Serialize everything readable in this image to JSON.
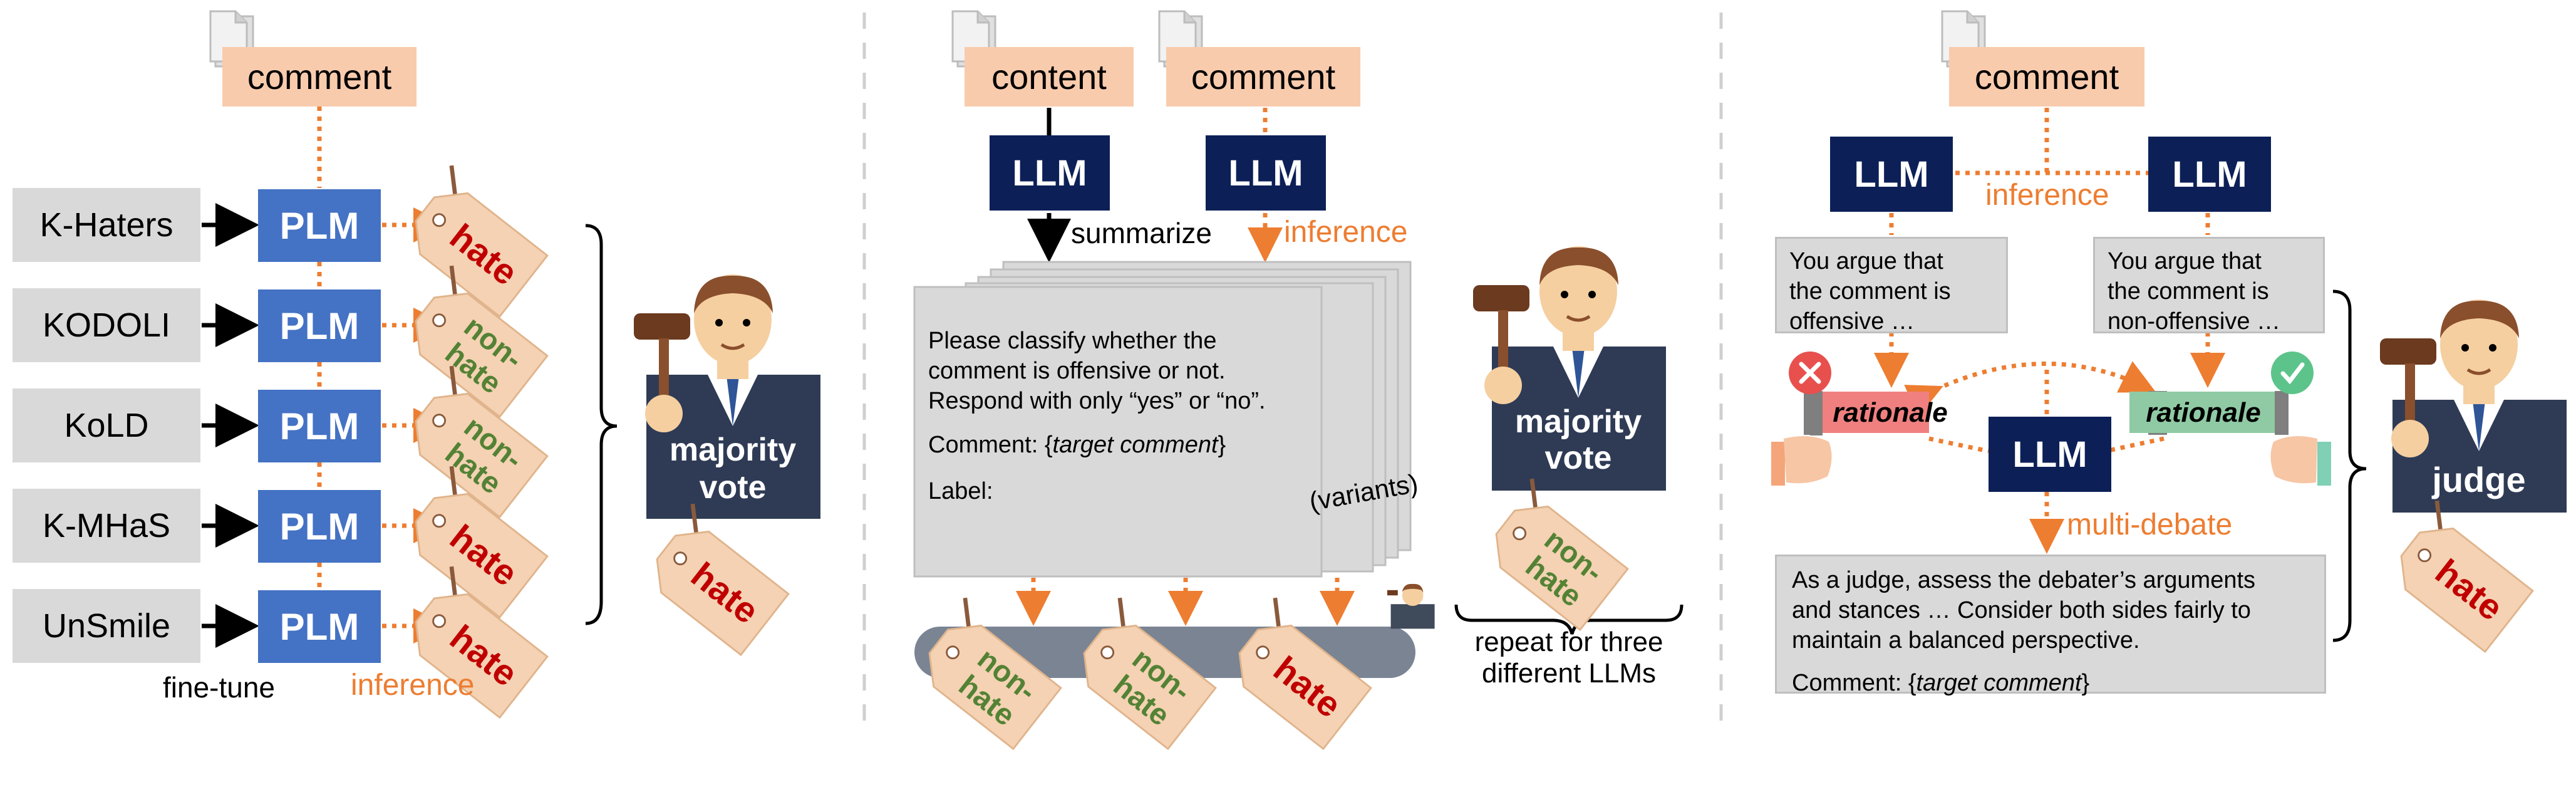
{
  "panel1": {
    "comment_label": "comment",
    "datasets": [
      "K-Haters",
      "KODOLI",
      "KoLD",
      "K-MHaS",
      "UnSmile"
    ],
    "plm_label": "PLM",
    "outputs": [
      "hate",
      "non-\nhate",
      "non-\nhate",
      "hate",
      "hate"
    ],
    "finetune_label": "fine-tune",
    "inference_label": "inference",
    "judge_line1": "majority",
    "judge_line2": "vote",
    "final_label": "hate"
  },
  "panel2": {
    "content_label": "content",
    "comment_label": "comment",
    "llm_label": "LLM",
    "summarize_label": "summarize",
    "inference_label": "inference",
    "prompt_line1": "Please classify whether the",
    "prompt_line2": "comment is offensive or not.",
    "prompt_line3": "Respond with only “yes” or “no”.",
    "prompt_comment_prefix": "Comment: {",
    "prompt_comment_var": "target comment",
    "prompt_comment_suffix": "}",
    "prompt_label": "Label:",
    "variants_label": "(variants)",
    "outputs": [
      "non-\nhate",
      "non-\nhate",
      "hate"
    ],
    "judge_line1": "majority",
    "judge_line2": "vote",
    "final_label": "non-\nhate",
    "repeat_line1": "repeat for three",
    "repeat_line2": "different LLMs"
  },
  "panel3": {
    "comment_label": "comment",
    "llm_label": "LLM",
    "inference_label": "inference",
    "argue_left_line1": "You argue that",
    "argue_left_line2": "the comment is",
    "argue_left_line3": "offensive …",
    "argue_right_line1": "You argue that",
    "argue_right_line2": "the comment is",
    "argue_right_line3": "non-offensive …",
    "rationale_label": "rationale",
    "multi_debate_label": "multi-debate",
    "judge_prompt_line1": "As a judge, assess the debater’s arguments",
    "judge_prompt_line2": "and stances … Consider both sides fairly to",
    "judge_prompt_line3": "maintain a balanced perspective.",
    "judge_prompt_comment_prefix": "Comment: {",
    "judge_prompt_comment_var": "target comment",
    "judge_prompt_comment_suffix": "}",
    "judge_label": "judge",
    "final_label": "hate"
  },
  "colors": {
    "plm_blue": "#4472c4",
    "llm_navy": "#0c2057",
    "arrow_orange": "#ed7d31",
    "peach": "#f8cbad",
    "gray": "#d9d9d9",
    "tag": "#f4d2b3",
    "hate_red": "#c00000",
    "nonhate_green": "#548235",
    "rationale_red": "#f08080",
    "rationale_green": "#8fcaa4"
  },
  "icons": [
    "document-icon",
    "judge-icon",
    "gavel-icon",
    "thumbs-down-hand-icon",
    "thumbs-up-hand-icon",
    "x-circle-icon",
    "check-circle-icon",
    "conveyor-icon"
  ]
}
